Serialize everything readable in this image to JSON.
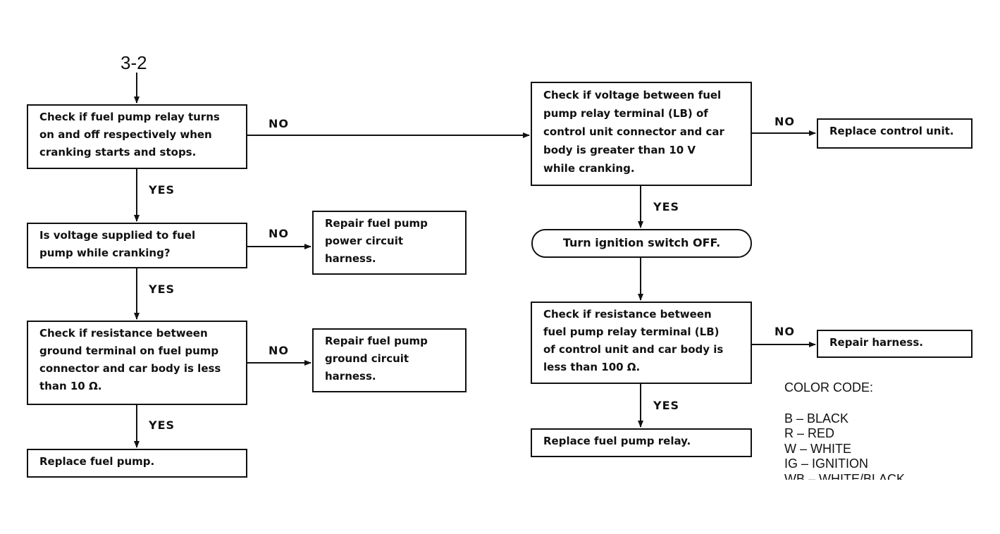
{
  "start_label": "3-2",
  "boxes": {
    "relay_check": "Check if fuel pump relay turns\non and off respectively when\ncranking starts and stops.",
    "voltage_supplied": "Is voltage supplied to fuel\npump while cranking?",
    "resistance_ground": "Check if resistance between\nground terminal on fuel pump\nconnector and car body is less\nthan 10 Ω.",
    "replace_pump": "Replace fuel pump.",
    "repair_power": "Repair fuel pump\npower circuit\nharness.",
    "repair_ground": "Repair fuel pump\nground circuit\nharness.",
    "voltage_relay_terminal": "Check if voltage between fuel\npump relay terminal (LB) of\ncontrol unit connector and car\nbody is greater than 10 V\nwhile cranking.",
    "replace_control_unit": "Replace control unit.",
    "ignition_off": "Turn ignition switch OFF.",
    "resistance_relay_terminal": "Check if resistance between\nfuel pump relay terminal (LB)\nof control unit and car body is\nless than 100 Ω.",
    "repair_harness": "Repair harness.",
    "replace_relay": "Replace fuel pump relay."
  },
  "branch_labels": {
    "yes": "YES",
    "no": "NO"
  },
  "legend": {
    "title": "COLOR CODE:",
    "items": [
      "B  –  BLACK",
      "R  –  RED",
      "W  –  WHITE",
      "IG  –  IGNITION",
      "WB  –  WHITE/BLACK"
    ]
  }
}
